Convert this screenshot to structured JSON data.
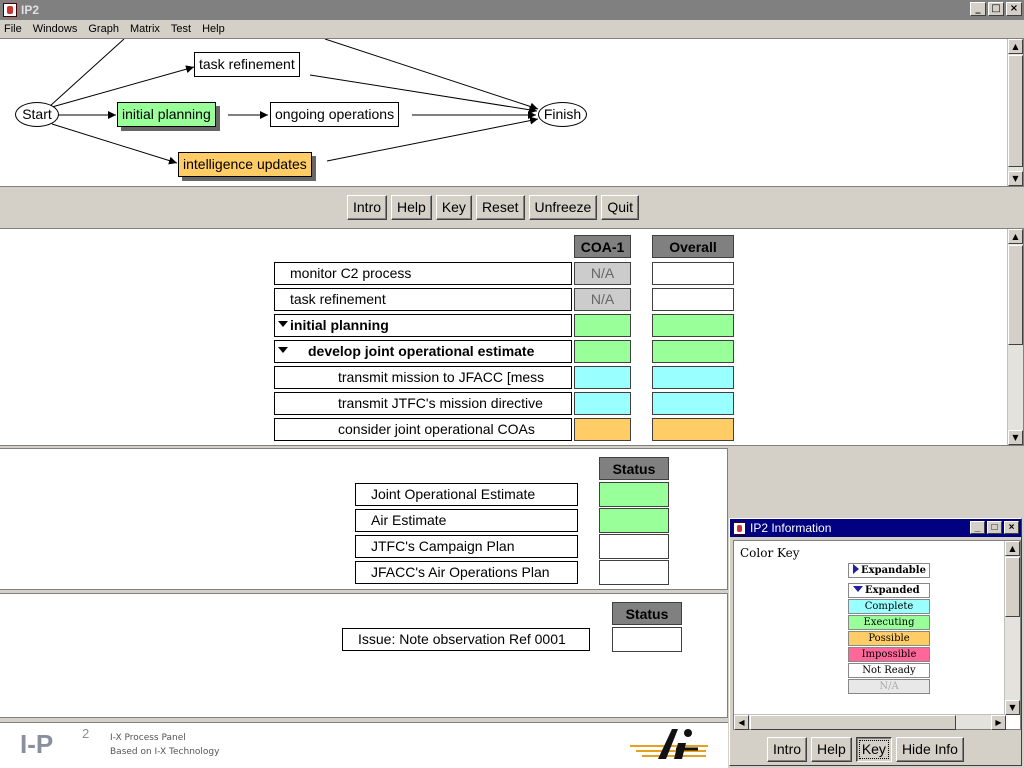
{
  "window": {
    "title": "IP2"
  },
  "menu": [
    "File",
    "Windows",
    "Graph",
    "Matrix",
    "Test",
    "Help"
  ],
  "graph": {
    "start": "Start",
    "finish": "Finish",
    "task_refinement": "task refinement",
    "initial_planning": "initial planning",
    "ongoing_operations": "ongoing operations",
    "intelligence_updates": "intelligence updates"
  },
  "colors": {
    "complete": "#99ffff",
    "executing": "#99ff99",
    "possible": "#ffcc66",
    "impossible": "#ff6699",
    "not_ready": "#ffffff",
    "na": "#cccccc"
  },
  "main_buttons": [
    "Intro",
    "Help",
    "Key",
    "Reset",
    "Unfreeze",
    "Quit"
  ],
  "activity_table": {
    "col1": "COA-1",
    "col2": "Overall",
    "rows": [
      {
        "label": "monitor C2 process",
        "coa": "N/A",
        "overall": ""
      },
      {
        "label": "task refinement",
        "coa": "N/A",
        "overall": ""
      },
      {
        "label": "initial planning",
        "coa": "",
        "overall": ""
      },
      {
        "label": "develop joint operational estimate",
        "coa": "",
        "overall": ""
      },
      {
        "label": "transmit mission to JFACC [mess",
        "coa": "",
        "overall": ""
      },
      {
        "label": "transmit JTFC's mission directive",
        "coa": "",
        "overall": ""
      },
      {
        "label": "consider joint operational COAs",
        "coa": "",
        "overall": ""
      }
    ]
  },
  "products_table": {
    "header": "Status",
    "rows": [
      "Joint Operational Estimate",
      "Air Estimate",
      "JTFC's Campaign Plan",
      "JFACC's Air Operations Plan"
    ]
  },
  "issues_table": {
    "header": "Status",
    "rows": [
      "Issue: Note observation Ref 0001"
    ]
  },
  "footer": {
    "logo": "I-P",
    "superscript": "2",
    "line1": "I-X Process Panel",
    "line2": "Based on I-X Technology"
  },
  "info_window": {
    "title": "IP2 Information",
    "heading": "Color Key",
    "keys": [
      "Expandable",
      "Expanded",
      "Complete",
      "Executing",
      "Possible",
      "Impossible",
      "Not Ready",
      "N/A"
    ],
    "buttons": [
      "Intro",
      "Help",
      "Key",
      "Hide Info"
    ]
  }
}
